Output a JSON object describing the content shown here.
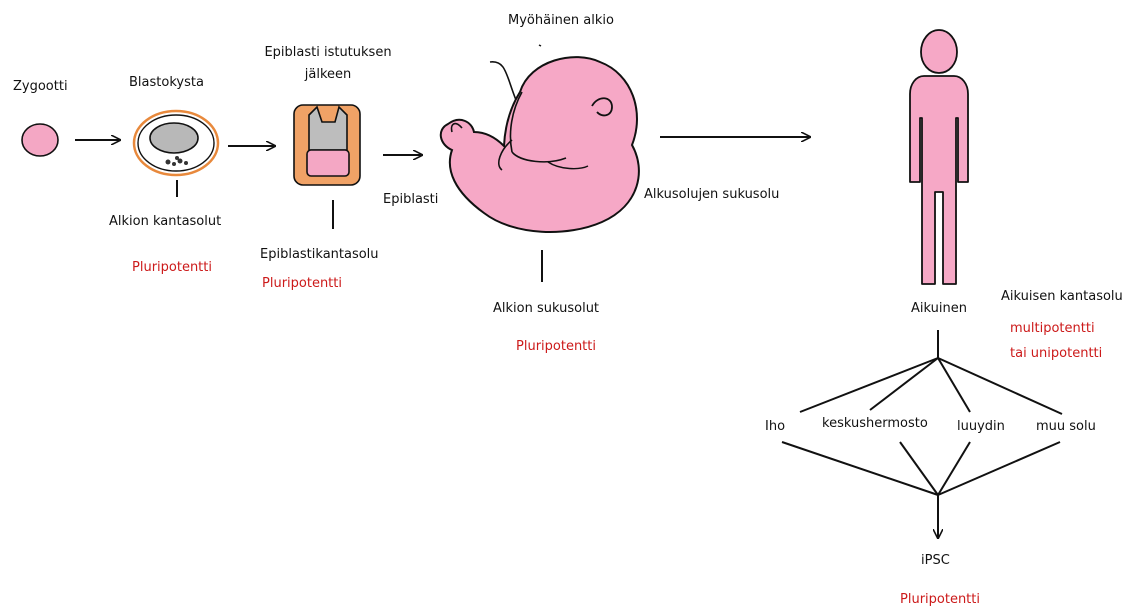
{
  "colors": {
    "cell_pink": "#f4a7c4",
    "body_pink": "#f6a8c6",
    "blastocyst_ring": "#e8893c",
    "blastocyst_core": "#b8b8b8",
    "epiblast_orange": "#f0a266",
    "potency_red": "#cc1a1a",
    "stroke": "#111111"
  },
  "icons": {
    "zygote": "zygote-icon",
    "blastocyst": "blastocyst-icon",
    "epiblast": "epiblast-icon",
    "embryo": "embryo-icon",
    "adult": "adult-human-icon"
  },
  "stages": {
    "zygote": "Zygootti",
    "blastocyst": "Blastokysta",
    "epiblast_post_implantation": "Epiblasti istutuksen\njälkeen",
    "late_embryo": "Myöhäinen alkio",
    "adult": "Aikuinen"
  },
  "stem_cells": {
    "embryonic": "Alkion kantasolut",
    "epiblast": "Epiblastikantasolu",
    "embryonic_germ": "Alkion sukusolut",
    "adult": "Aikuisen kantasolu",
    "ipsc": "iPSC"
  },
  "arrow_labels": {
    "epiblast": "Epiblasti",
    "primordial_germ": "Alkusolujen sukusolu"
  },
  "tissues": [
    "Iho",
    "keskushermosto",
    "luuydin",
    "muu solu"
  ],
  "potency": {
    "embryonic": "Pluripotentti",
    "epiblast": "Pluripotentti",
    "embryonic_germ": "Pluripotentti",
    "adult_line1": "multipotentti",
    "adult_line2": "tai unipotentti",
    "ipsc": "Pluripotentti"
  }
}
